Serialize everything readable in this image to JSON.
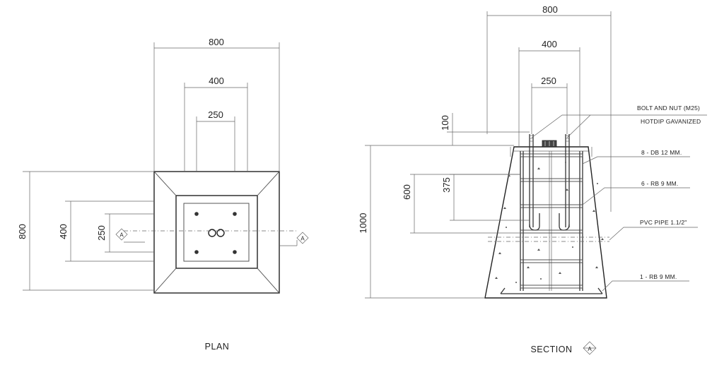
{
  "plan": {
    "dims_top": {
      "outer": "800",
      "middle": "400",
      "inner": "250"
    },
    "dims_left": {
      "outer": "800",
      "middle": "400",
      "inner": "250"
    },
    "section_marker": "A",
    "title": "PLAN"
  },
  "section": {
    "dims_top": {
      "outer": "800",
      "middle": "400",
      "inner": "250"
    },
    "dims_left": {
      "total": "1000",
      "projection": "100",
      "reinforced": "600",
      "bolt": "375"
    },
    "labels": {
      "bolt_line1": "BOLT AND NUT (M25)",
      "bolt_line2": "HOTDIP GAVANIZED",
      "db12": "8 - DB 12 MM.",
      "rb9_ties": "6 - RB 9 MM.",
      "pvc": "PVC PIPE 1.1/2\"",
      "rb9_bottom": "1 - RB 9 MM."
    },
    "title": "SECTION",
    "marker": "A"
  }
}
